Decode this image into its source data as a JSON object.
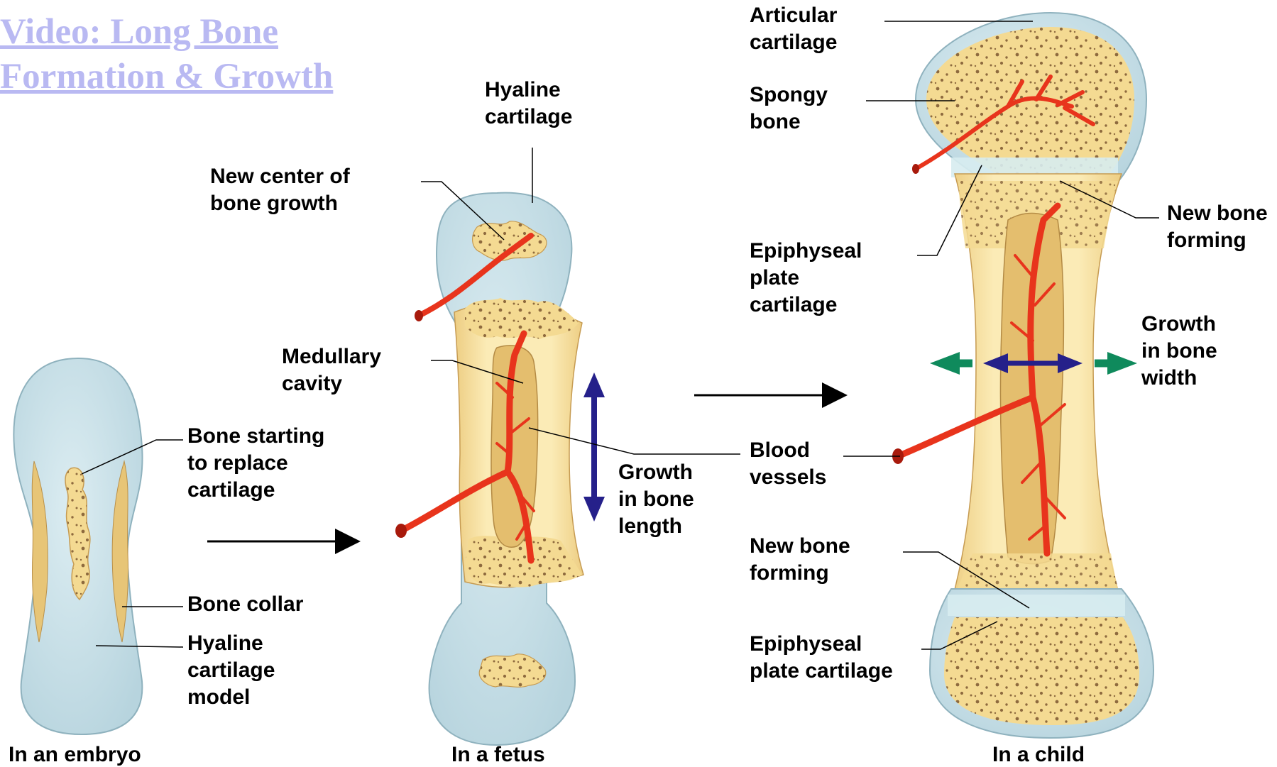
{
  "link": {
    "text": "Video: Long Bone\nFormation & Growth",
    "color": "#B9B9F2"
  },
  "captions": {
    "embryo": "In an embryo",
    "fetus": "In a fetus",
    "child": "In a child"
  },
  "labels": {
    "embryo_bone_starting": "Bone starting\nto replace\ncartilage",
    "embryo_bone_collar": "Bone collar",
    "embryo_hyaline_model": "Hyaline\ncartilage\nmodel",
    "fetus_hyaline": "Hyaline\ncartilage",
    "fetus_new_center": "New center of\nbone growth",
    "fetus_medullary": "Medullary\ncavity",
    "fetus_growth_length": "Growth\nin bone\nlength",
    "child_articular": "Articular\ncartilage",
    "child_spongy": "Spongy\nbone",
    "child_epiphyseal_top": "Epiphyseal\nplate\ncartilage",
    "child_new_bone_top": "New bone\nforming",
    "child_growth_width": "Growth\nin bone\nwidth",
    "child_blood_vessels": "Blood\nvessels",
    "child_new_bone_bottom": "New bone\nforming",
    "child_epiphyseal_bottom": "Epiphyseal\nplate cartilage"
  },
  "colors": {
    "cartilage": "#C6E0E8",
    "cartilage_edge": "#8FB2BE",
    "bone": "#F7E3A3",
    "bone_dark": "#E7C577",
    "spongy": "#F3D98C",
    "pore": "#8E6A3E",
    "vessel": "#E8341C",
    "vessel_dark": "#A81A0C",
    "length_arrow": "#25208A",
    "width_arrow": "#0F8A5C",
    "leader": "#000000"
  }
}
